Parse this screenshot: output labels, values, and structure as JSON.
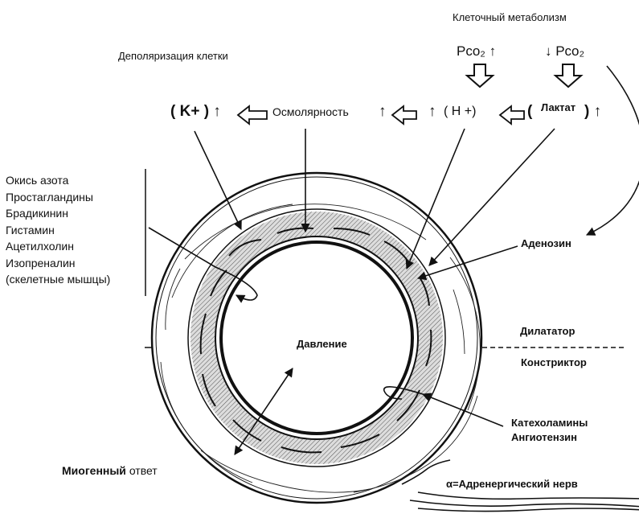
{
  "top": {
    "metabolism": "Клеточный метаболизм",
    "depolarization": "Деполяризация клетки",
    "pco2_left": "Pco₂ ↑",
    "pco2_right": "↓ Pco₂"
  },
  "chain": {
    "k_ion": "( K+ ) ↑",
    "osmolarity": "Осмолярность",
    "osm_arrow": "↑",
    "h_ion": "( H +)",
    "h_arrow": "↑",
    "lactate_open": "(",
    "lactate": "Лактат",
    "lactate_close": ") ↑"
  },
  "left_list": [
    "Окись азота",
    "Простагландины",
    "Брадикинин",
    "Гистамин",
    "Ацетилхолин",
    "Изопреналин",
    "(скелетные мышцы)"
  ],
  "labels": {
    "adenosine": "Аденозин",
    "dilator": "Дилататор",
    "constrictor": "Констриктор",
    "pressure": "Давление",
    "catecholamines": "Катехоламины",
    "angiotensin": "Ангиотензин",
    "myogenic_bold": "Миогенный",
    "myogenic_rest": "ответ",
    "adrenergic_nerve": "α=Адренергический нерв"
  },
  "colors": {
    "ink": "#111111",
    "background": "#ffffff",
    "muscle_layer": "#dddddd"
  }
}
